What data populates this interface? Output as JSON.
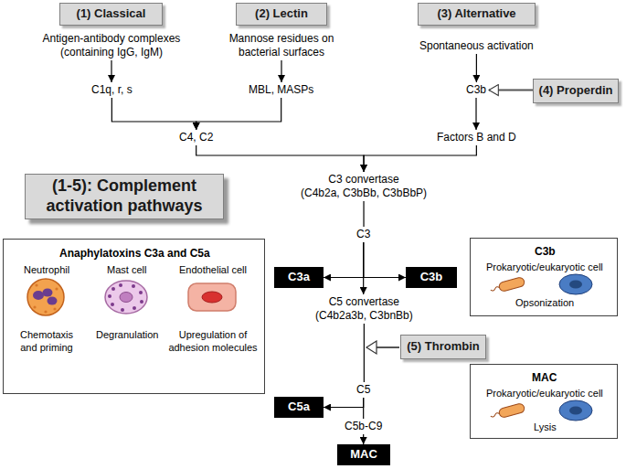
{
  "diagram": {
    "nodes": [
      {
        "text": [
          "(1) Classical"
        ]
      },
      {
        "text": [
          "(2) Lectin"
        ]
      },
      {
        "text": [
          "(3) Alternative"
        ]
      },
      {
        "text": [
          "Antigen-antibody complexes (containing IgG, IgM)"
        ]
      },
      {
        "text": [
          "Mannose residues on bacterial surfaces"
        ]
      },
      {
        "text": [
          "Spontaneous activation"
        ]
      },
      {
        "text": [
          "C1q, r, s"
        ]
      },
      {
        "text": [
          "MBL, MASPs"
        ]
      },
      {
        "text": [
          "C3b"
        ]
      },
      {
        "text": [
          "(4) Properdin"
        ]
      },
      {
        "text": [
          "C4, C2"
        ]
      },
      {
        "text": [
          "Factors B and D"
        ]
      },
      {
        "text": [
          "C3 convertase",
          "(C4b2a, C3bBb, C3bBbP)"
        ]
      },
      {
        "text": [
          "(1-5): Complement activation pathways"
        ]
      },
      {
        "text": [
          "C3"
        ]
      },
      {
        "text": [
          "C3a"
        ]
      },
      {
        "text": [
          "C3b"
        ]
      },
      {
        "text": [
          "Anaphylatoxins C3a and C5a",
          "Neutrophil",
          "Mast cell",
          "Endothelial cell",
          "Chemotaxis and priming",
          "Degranulation",
          "Upregulation of adhesion molecules"
        ]
      },
      {
        "text": [
          "C3b",
          "Prokaryotic/eukaryotic cell",
          "Opsonization"
        ]
      },
      {
        "text": [
          "C5 convertase",
          "(C4b2a3b, C3bnBb)"
        ]
      },
      {
        "text": [
          "(5) Thrombin"
        ]
      },
      {
        "text": [
          "MAC",
          "Prokaryotic/eukaryotic cell",
          "Lysis"
        ]
      },
      {
        "text": [
          "C5"
        ]
      },
      {
        "text": [
          "C5a"
        ]
      },
      {
        "text": [
          "C5b-C9"
        ]
      },
      {
        "text": [
          "MAC"
        ]
      }
    ],
    "edges": [
      {
        "from": 3,
        "to": 6,
        "arrow": "to"
      },
      {
        "from": 4,
        "to": 7,
        "arrow": "to"
      },
      {
        "from": 5,
        "to": 8,
        "arrow": "to"
      },
      {
        "from": 9,
        "to": 8,
        "arrow": "to"
      },
      {
        "from": 6,
        "to": 10,
        "arrow": "to"
      },
      {
        "from": 7,
        "to": 10,
        "arrow": "to"
      },
      {
        "from": 8,
        "to": 11,
        "arrow": "to"
      },
      {
        "from": 10,
        "to": 12,
        "arrow": "to"
      },
      {
        "from": 11,
        "to": 12,
        "arrow": "to"
      },
      {
        "from": 12,
        "to": 14,
        "arrow": "none"
      },
      {
        "from": 14,
        "to": 15,
        "arrow": "to"
      },
      {
        "from": 14,
        "to": 16,
        "arrow": "to"
      },
      {
        "from": 14,
        "to": 19,
        "arrow": "to"
      },
      {
        "from": 19,
        "to": 22,
        "arrow": "none"
      },
      {
        "from": 22,
        "to": 23,
        "arrow": "to"
      },
      {
        "from": 22,
        "to": 24,
        "arrow": "none"
      },
      {
        "from": 24,
        "to": 25,
        "arrow": "to"
      }
    ]
  }
}
